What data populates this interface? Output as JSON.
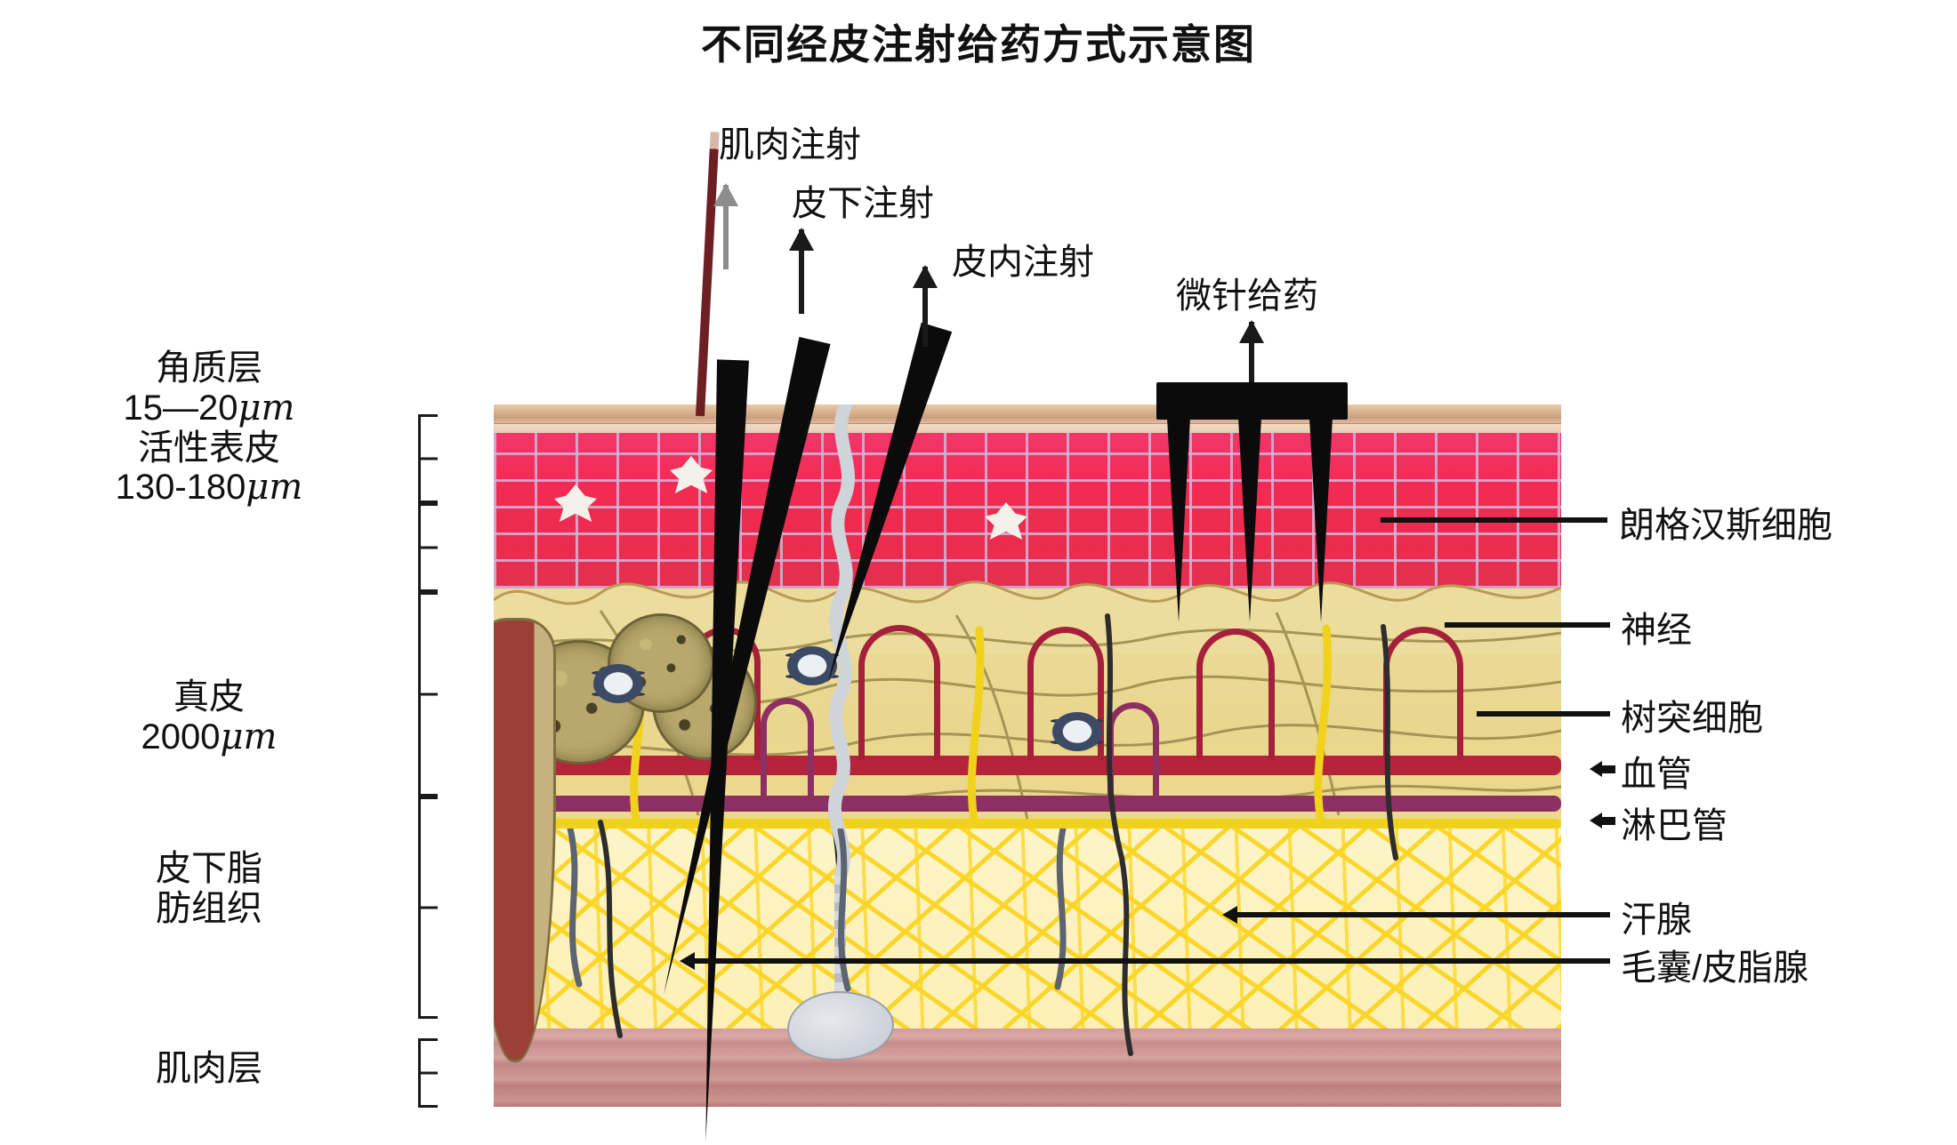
{
  "title": "不同经皮注射给药方式示意图",
  "layers": [
    {
      "id": "stratum-corneum",
      "name": "角质层",
      "thickness": "15—20",
      "unit": "μm"
    },
    {
      "id": "viable-epidermis",
      "name": "活性表皮",
      "thickness": "130-180",
      "unit": "μm"
    },
    {
      "id": "dermis",
      "name": "真皮",
      "thickness": "2000",
      "unit": "μm"
    },
    {
      "id": "subcutaneous-fat",
      "name": "皮下脂\n肪组织",
      "line1": "皮下脂",
      "line2": "肪组织",
      "thickness": "",
      "unit": ""
    },
    {
      "id": "muscle",
      "name": "肌肉层",
      "thickness": "",
      "unit": ""
    }
  ],
  "left_labels": {
    "corneum_name": "角质层",
    "corneum_thickness": "15—20",
    "corneum_unit": "μm",
    "epidermis_name": "活性表皮",
    "epidermis_thickness": "130-180",
    "epidermis_unit": "μm",
    "dermis_name": "真皮",
    "dermis_thickness": "2000",
    "dermis_unit": "μm",
    "fat_name_line1": "皮下脂",
    "fat_name_line2": "肪组织",
    "muscle_name": "肌肉层"
  },
  "injections": [
    {
      "id": "intramuscular",
      "label": "肌肉注射"
    },
    {
      "id": "subcutaneous",
      "label": "皮下注射"
    },
    {
      "id": "intradermal",
      "label": "皮内注射"
    },
    {
      "id": "microneedle",
      "label": "微针给药"
    }
  ],
  "annotations": [
    {
      "id": "langerhans-cell",
      "label": "朗格汉斯细胞"
    },
    {
      "id": "nerve",
      "label": "神经"
    },
    {
      "id": "dendritic-cell",
      "label": "树突细胞"
    },
    {
      "id": "blood-vessel",
      "label": "血管"
    },
    {
      "id": "lymphatic-vessel",
      "label": "淋巴管"
    },
    {
      "id": "sweat-gland",
      "label": "汗腺"
    },
    {
      "id": "hair-follicle-sebaceous",
      "label": "毛囊/皮脂腺"
    }
  ],
  "colors": {
    "epidermis": "#f42b55",
    "dermis": "#ecd98e",
    "fat": "#fad523",
    "muscle": "#c98f8d",
    "stratum_corneum": "#d9b290",
    "blood_vessel": "#b6243c",
    "lymphatic_vessel": "#8e2f62",
    "nerve": "#f0d21d",
    "needle": "#0b0b0b",
    "text": "#111111"
  }
}
